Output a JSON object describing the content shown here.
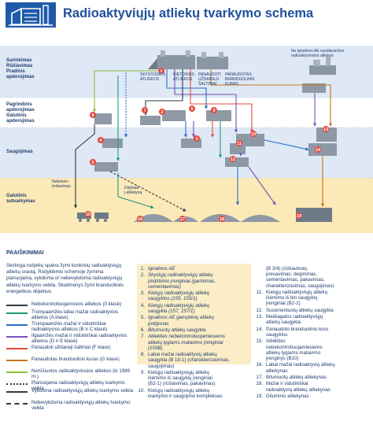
{
  "header": {
    "title": "Radioaktyviųjų atliekų tvarkymo schema"
  },
  "colors": {
    "band_light": "#dfe8f5",
    "band_white": "#ffffff",
    "band_yellow": "#fbe9b7",
    "legend_box": "#fbedc6",
    "title_blue": "#1e4f9c",
    "text_navy": "#1d3c6e"
  },
  "schema": {
    "bands": [
      {
        "id": "surinkimas",
        "label": "Surinkimas\nRūšiavimas\nPradinis\napdorojimas"
      },
      {
        "id": "pagrindinis",
        "label": "Pagrindinis\napdorojimas\nGalutinis\napdorojimas"
      },
      {
        "id": "saugojimas",
        "label": "Saugojimas"
      },
      {
        "id": "galutinis",
        "label": "Galutinis\nsutvarkymas"
      }
    ],
    "top_labels": {
      "source_1_sub": "SKYSTOSIOS\nATLIEKOS",
      "source_2_sub": "KIETOSIOS\nATLIEKOS",
      "source_3_sub": "PANAUDOTI\nUŽDARIEJI\nŠALTINIAI",
      "source_4_sub": "PANAUDOTAS\nBRANDUOLINIS\nKURAS",
      "external": "Ne Ignalinos AE susidarančios\nradioaktyviosios atliekos"
    },
    "bottom_labels": {
      "left": "Nebekon-\ntroliavimas",
      "mid": "Dėjimas\nį atliekyną"
    },
    "node_numbers": [
      "1",
      "2",
      "3",
      "4",
      "5",
      "6",
      "7",
      "8",
      "9",
      "10",
      "11",
      "12",
      "13",
      "14",
      "15",
      "16",
      "17",
      "18",
      "19"
    ]
  },
  "legend": {
    "title": "PAAIŠKINIMAI",
    "intro": "Skirtinga rodyklių spalva žymi konkretų radioaktyviųjų atliekų srautą. Rodyklėmis schemoje žymima planuojama, vykdoma or nebevykdoma radioaktyviųjų atliekų tvarkymo veikla. Skaitmenys žymi branduolinės energetikos objektus.",
    "lines": [
      {
        "color": "#2d3a44",
        "style": "solid",
        "label": "Nebekontroliuojamosios atliekos (0 klasė)"
      },
      {
        "color": "#1c9a78",
        "style": "solid",
        "label": "Trumpaamžės labai mažai radioaktyvios atliekos (A klasė)"
      },
      {
        "color": "#2a6fcf",
        "style": "solid",
        "label": "Trumpaamžės mažai ir vidutiniškai radioaktyvios atliekos (B ir C klasė)"
      },
      {
        "color": "#7b4fb8",
        "style": "solid",
        "label": "Ilgaamžės mažai ir vidutiniškai radioaktyvios atliekos (D ir E klasė)"
      },
      {
        "color": "#e24a3b",
        "style": "solid",
        "label": "Panaudoti uždarieji šaltiniai (F klasė)"
      },
      {
        "color": "#c2761b",
        "style": "solid",
        "label": "Panaudotas branduolinis kuras (G klasė)"
      },
      {
        "color": "#8bbf3a",
        "style": "solid",
        "label": "Nerūšiuotos radioaktyviosios atliekos (ki 1989 m.)"
      },
      {
        "color": "#2d3a44",
        "style": "dotted",
        "label": "Planuojama radioaktyviųjų atliekų tvarkymo veikla"
      },
      {
        "color": "#2d3a44",
        "style": "solid",
        "label": "Vykdoma radioaktyviųjų atliekų tvarkymo veikla"
      },
      {
        "color": "#2d3a44",
        "style": "dashed",
        "label": "Nebevykdoma radioaktyviųjų atliekų tvarkymo veikla"
      }
    ],
    "items_col1": [
      {
        "n": "1.",
        "t": "Ignalinos AE",
        "italic": true
      },
      {
        "n": "2.",
        "t": "Skystųjų radioaktyviųjų atliekų\npirdirbimo įrenginiai (garinimas,\ncementavimas)",
        "italic": true
      },
      {
        "n": "3.",
        "t": "Kietųjų radioaktyviųjų atliekų\nsaugyklos (155, 155/1)",
        "italic": true
      },
      {
        "n": "4.",
        "t": "Kietųjų radioaktyviųjų atliekų\nsaugykla (157, 157/1)",
        "italic": true
      },
      {
        "n": "5.",
        "t": "Ignalinos AE gamybinių atliekų\npoligonas",
        "italic": true
      },
      {
        "n": "6.",
        "t": "Bitumuotų atliekų saugykla",
        "italic": true
      },
      {
        "n": "7.",
        "t": "Atliekties nebekontroliuojamiesiems\natliekų lygiams matavimo įrenginiai\n(159B)",
        "italic": true
      },
      {
        "n": "8.",
        "t": "Labai mažai radioaktyvių atliekų\nsaugykla (B 19-1) (charakterizavimas,\nsaugojimas)",
        "italic": false
      },
      {
        "n": "9.",
        "t": "Kietųjų radioaktyviųjų atliekų\nišėmimo iš saugyklų įrenginiai\n(B2-1) (rūšiavimas, pakavimas)",
        "italic": false
      },
      {
        "n": "10.",
        "t": "Kietųjų radioaktyviųjų atliekų\ntvarkymo ir saugojimo kompleksas",
        "italic": false
      }
    ],
    "items_col2": [
      {
        "n": "",
        "t": "(B 3/4) (rūšiavimas,\npresavimas, deginimas,\ncementavimas, pakavimas,\ncharakterizavimas, saugojimas)"
      },
      {
        "n": "11.",
        "t": "Kietųjų radioaktyviųjų atliekų\nišėmimo iš bin saugyklų\nįrenginiai (B2-2)"
      },
      {
        "n": "12.",
        "t": "Sucementuotų atliekų saugykla"
      },
      {
        "n": "13.",
        "t": "Maišiagalos radioaktyviųjų\natliekų saugykla"
      },
      {
        "n": "14.",
        "t": "Panaudoto branduolinio kuro\nsaugyklos"
      },
      {
        "n": "15.",
        "t": "Atliekties\nnebekontroliuojamiesiems\natliekų lygiams matavimo\nįrenginys (B10)"
      },
      {
        "n": "16.",
        "t": "Labai mažai radioaktyvių atliekų\natliekynas"
      },
      {
        "n": "17.",
        "t": "Bitumuotų atliekų atliekynas"
      },
      {
        "n": "18.",
        "t": "Mažai ir vidutiniškai\nradioaktyvių atliekų atliekynas"
      },
      {
        "n": "19.",
        "t": "Giluminis atliekynas"
      }
    ]
  }
}
